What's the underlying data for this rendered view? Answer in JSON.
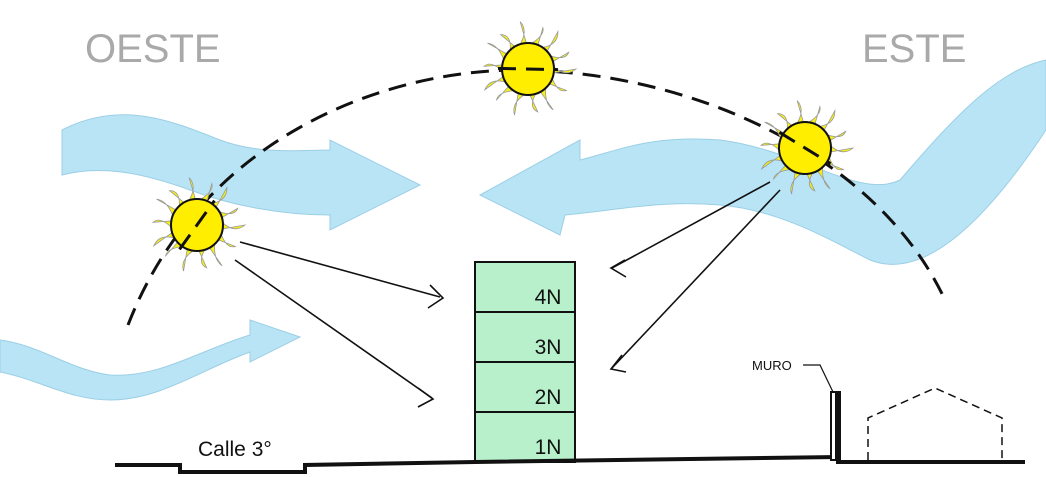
{
  "labels": {
    "west": "OESTE",
    "east": "ESTE",
    "street": "Calle 3°",
    "wall": "MURO"
  },
  "building": {
    "floors": [
      "4N",
      "3N",
      "2N",
      "1N"
    ],
    "fill_color": "#b8f0cc"
  },
  "colors": {
    "wind": "#b8e4f5",
    "sun": "#ffee00",
    "sun_ray": "#f5ef1a",
    "label_gray": "#a9a9a9"
  },
  "icons": [
    "sun-icon",
    "wind-arrow-icon"
  ]
}
